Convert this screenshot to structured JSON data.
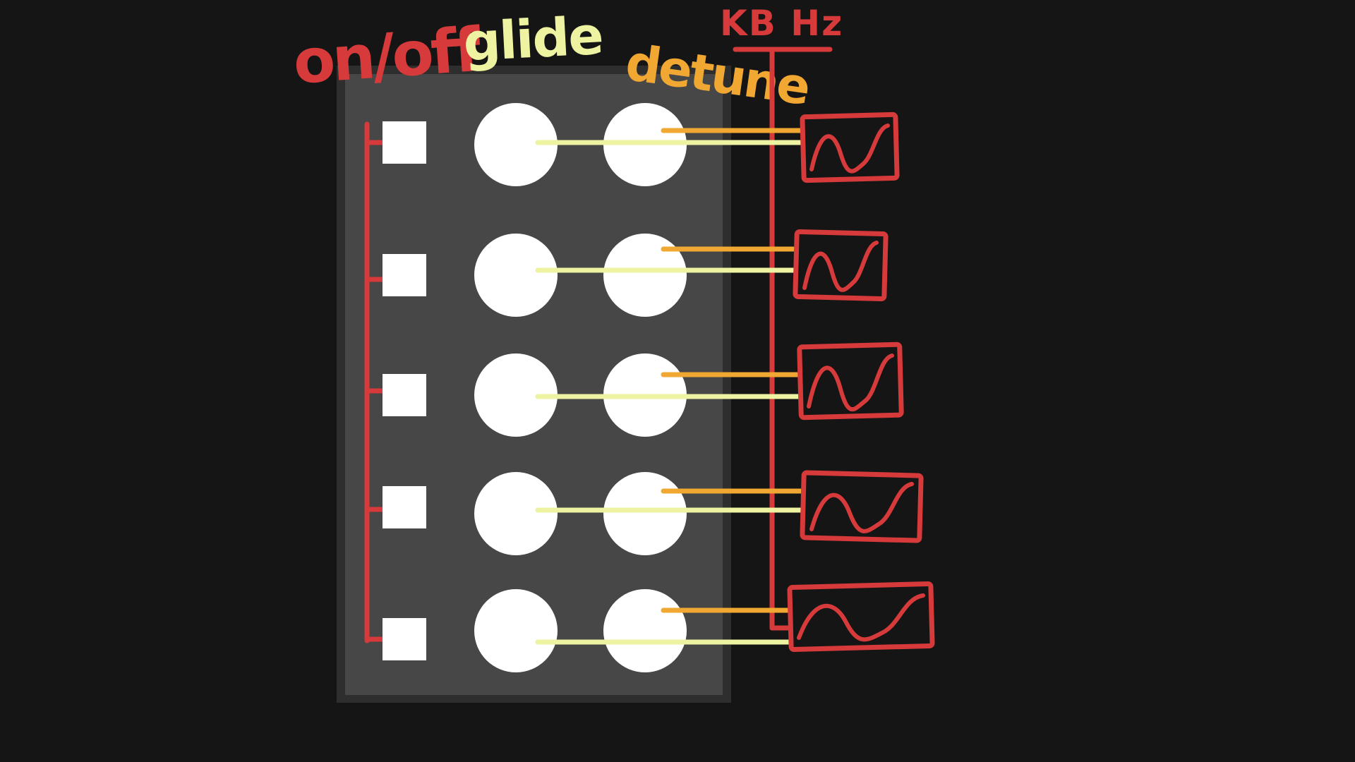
{
  "labels": {
    "onoff": "on/off",
    "glide": "glide",
    "detune": "detune",
    "kbhz": "KB Hz"
  },
  "colors": {
    "background": "#151515",
    "panel_border": "#2e2e2e",
    "panel_fill": "#474747",
    "control_fill": "#ffffff",
    "red_annotation": "#d63a3a",
    "glide_color": "#eef3a1",
    "detune_color": "#f0a833"
  },
  "rows": [
    {
      "toggle_name": "toggle-1",
      "glide_name": "glide-knob-1",
      "detune_name": "detune-knob-1",
      "wave_name": "waveform-1"
    },
    {
      "toggle_name": "toggle-2",
      "glide_name": "glide-knob-2",
      "detune_name": "detune-knob-2",
      "wave_name": "waveform-2"
    },
    {
      "toggle_name": "toggle-3",
      "glide_name": "glide-knob-3",
      "detune_name": "detune-knob-3",
      "wave_name": "waveform-3"
    },
    {
      "toggle_name": "toggle-4",
      "glide_name": "glide-knob-4",
      "detune_name": "detune-knob-4",
      "wave_name": "waveform-4"
    },
    {
      "toggle_name": "toggle-5",
      "glide_name": "glide-knob-5",
      "detune_name": "detune-knob-5",
      "wave_name": "waveform-5"
    }
  ]
}
